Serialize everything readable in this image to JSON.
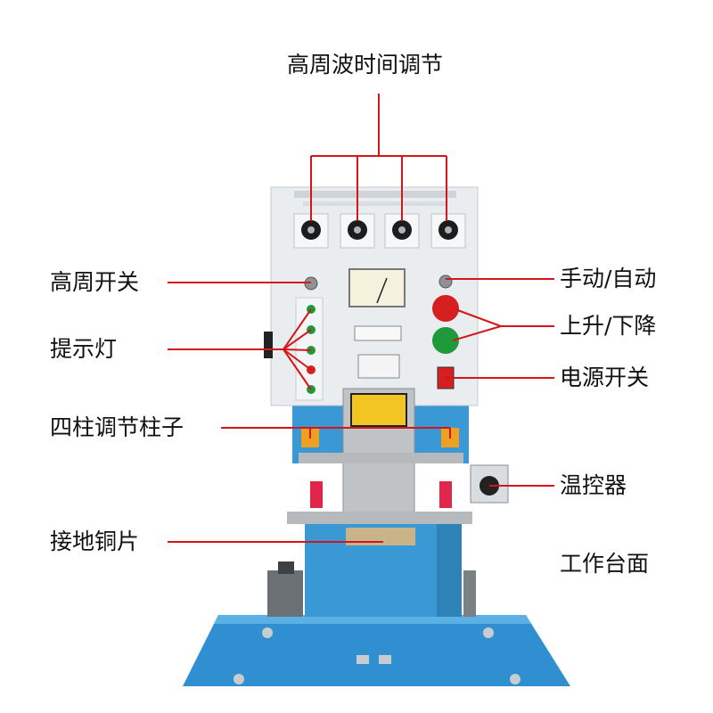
{
  "callouts": {
    "hf_time_adjust": "高周波时间调节",
    "hf_switch": "高周开关",
    "indicator_lights": "提示灯",
    "four_column_adjust": "四柱调节柱子",
    "ground_copper": "接地铜片",
    "manual_auto": "手动/自动",
    "up_down": "上升/下降",
    "power_switch": "电源开关",
    "temp_controller": "温控器",
    "worktable": "工作台面"
  },
  "colors": {
    "leader": "#d4161a",
    "cabinet": "#e9edf0",
    "frame_blue": "#3a98d4",
    "table_blue": "#2f8fd0",
    "red_button": "#d62020",
    "green_button": "#1e9a3a"
  }
}
